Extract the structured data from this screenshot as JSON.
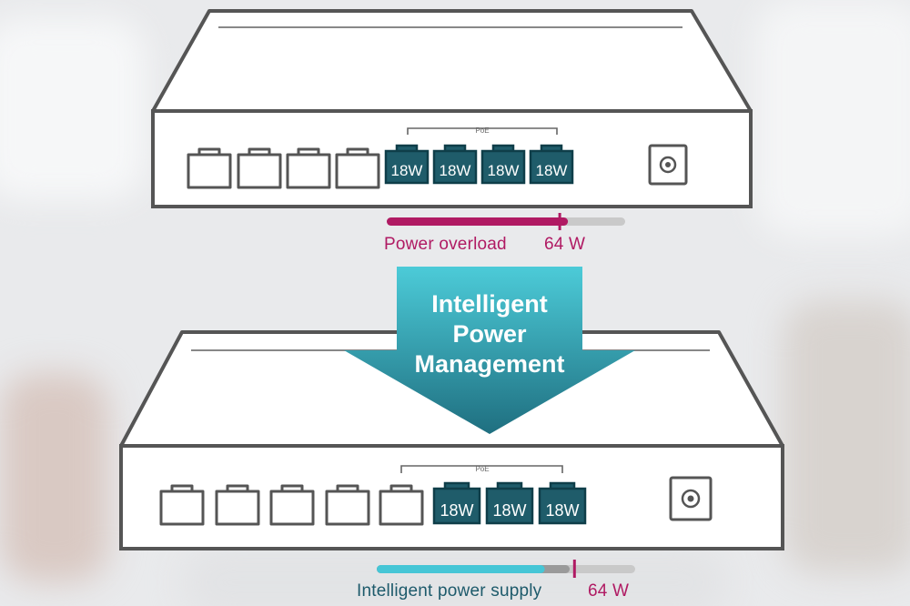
{
  "top_switch": {
    "poe_label": "PoE",
    "port_labels": [
      "18W",
      "18W",
      "18W",
      "18W"
    ]
  },
  "overload": {
    "label": "Power overload",
    "value": "64 W",
    "fill_fraction": 0.76,
    "marker_fraction": 0.72
  },
  "arrow": {
    "lines": [
      "Intelligent",
      "Power",
      "Management"
    ]
  },
  "bottom_switch": {
    "poe_label": "PoE",
    "port_labels": [
      "18W",
      "18W",
      "18W"
    ]
  },
  "supply": {
    "label": "Intelligent power supply",
    "value": "64 W",
    "fill_fraction": 0.65,
    "marker_fraction": 0.76
  },
  "colors": {
    "port_fill": "#1f5c6a",
    "outline": "#555555",
    "overload": "#b01a63",
    "supply": "#46c6d6",
    "arrow_top": "#4ccbd8",
    "arrow_bottom": "#1f6f80"
  }
}
